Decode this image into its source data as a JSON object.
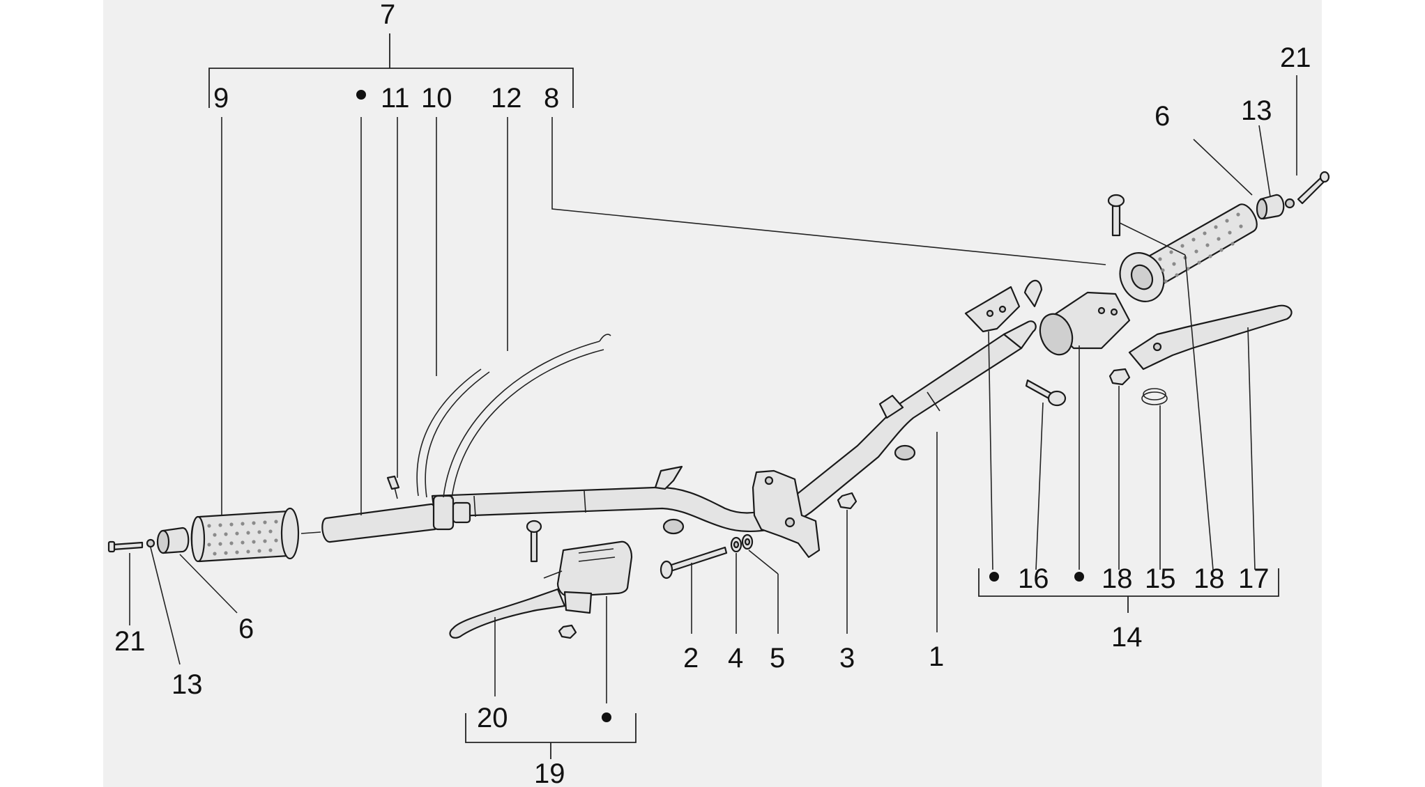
{
  "diagram": {
    "background": "#f0f0f0",
    "line_color": "#1a1a1a",
    "callouts": {
      "c7": "7",
      "c9": "9",
      "c11": "11",
      "c10": "10",
      "c12": "12",
      "c8": "8",
      "c21_right": "21",
      "c13_right": "13",
      "c6_right": "6",
      "c21_left": "21",
      "c13_left": "13",
      "c6_left": "6",
      "c20": "20",
      "c19": "19",
      "c2": "2",
      "c4": "4",
      "c5": "5",
      "c3": "3",
      "c1": "1",
      "c16": "16",
      "c18a": "18",
      "c15": "15",
      "c18b": "18",
      "c17": "17",
      "c14": "14"
    }
  }
}
